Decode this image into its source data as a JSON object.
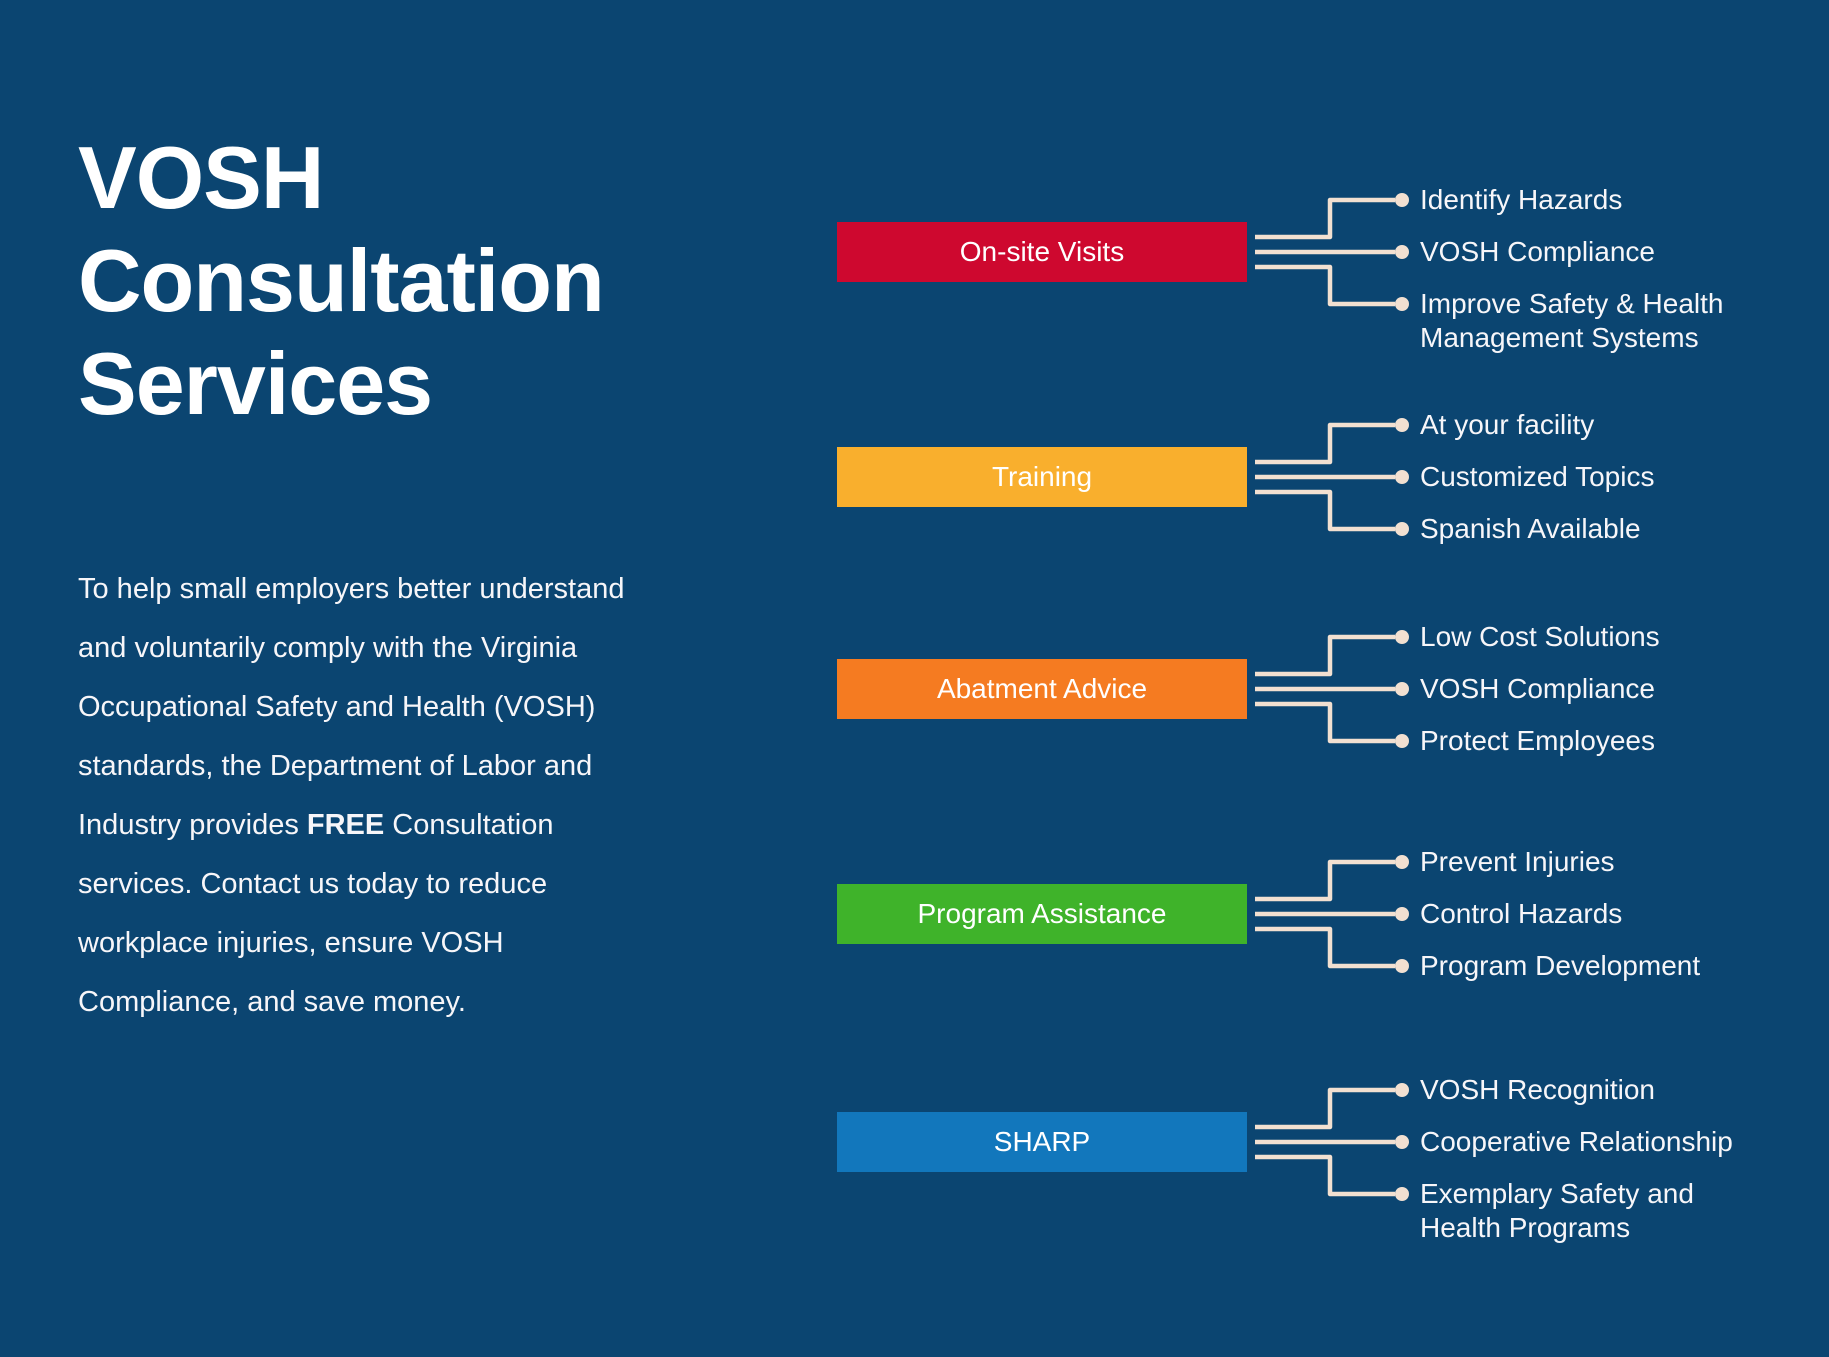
{
  "colors": {
    "background": "#0B4571",
    "connector_cream": "#F2E0D1",
    "title_text": "#FFFFFF",
    "body_text": "#F7F6F9",
    "box_label_text": "#FFFFFF"
  },
  "title": "VOSH Consultation Services",
  "intro": {
    "pre": "To help small employers better understand and voluntarily comply with the Virginia Occupational Safety and Health (VOSH) standards, the Department of Labor and Industry provides ",
    "bold": "FREE",
    "post": " Consultation services. Contact us today to reduce workplace injuries, ensure VOSH Compliance, and save money."
  },
  "groups": [
    {
      "label": "On-site Visits",
      "color": "#CE082F",
      "items": [
        {
          "lines": [
            "Identify Hazards"
          ]
        },
        {
          "lines": [
            "VOSH Compliance"
          ]
        },
        {
          "lines": [
            "Improve Safety & Health",
            "Management Systems"
          ]
        }
      ]
    },
    {
      "label": "Training",
      "color": "#F9AF2D",
      "items": [
        {
          "lines": [
            "At your facility"
          ]
        },
        {
          "lines": [
            "Customized Topics"
          ]
        },
        {
          "lines": [
            "Spanish Available"
          ]
        }
      ]
    },
    {
      "label": "Abatment Advice",
      "color": "#F57B21",
      "items": [
        {
          "lines": [
            "Low Cost Solutions"
          ]
        },
        {
          "lines": [
            "VOSH Compliance"
          ]
        },
        {
          "lines": [
            "Protect Employees"
          ]
        }
      ]
    },
    {
      "label": "Program Assistance",
      "color": "#3FB32A",
      "items": [
        {
          "lines": [
            "Prevent Injuries"
          ]
        },
        {
          "lines": [
            "Control Hazards"
          ]
        },
        {
          "lines": [
            "Program Development"
          ]
        }
      ]
    },
    {
      "label": "SHARP",
      "color": "#1277BC",
      "items": [
        {
          "lines": [
            "VOSH Recognition"
          ]
        },
        {
          "lines": [
            "Cooperative Relationship"
          ]
        },
        {
          "lines": [
            "Exemplary Safety and",
            "Health Programs"
          ]
        }
      ]
    }
  ]
}
